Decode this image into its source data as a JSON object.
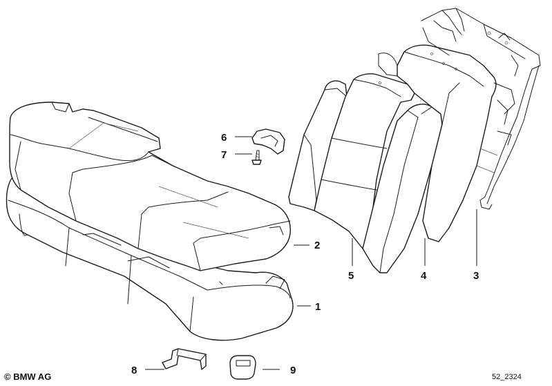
{
  "callouts": [
    {
      "id": "1",
      "label": "1"
    },
    {
      "id": "2",
      "label": "2"
    },
    {
      "id": "3",
      "label": "3"
    },
    {
      "id": "4",
      "label": "4"
    },
    {
      "id": "5",
      "label": "5"
    },
    {
      "id": "6",
      "label": "6"
    },
    {
      "id": "7",
      "label": "7"
    },
    {
      "id": "8",
      "label": "8"
    },
    {
      "id": "9",
      "label": "9"
    }
  ],
  "footer": {
    "copyright": "© BMW AG",
    "drawing_id": "52_2324"
  }
}
